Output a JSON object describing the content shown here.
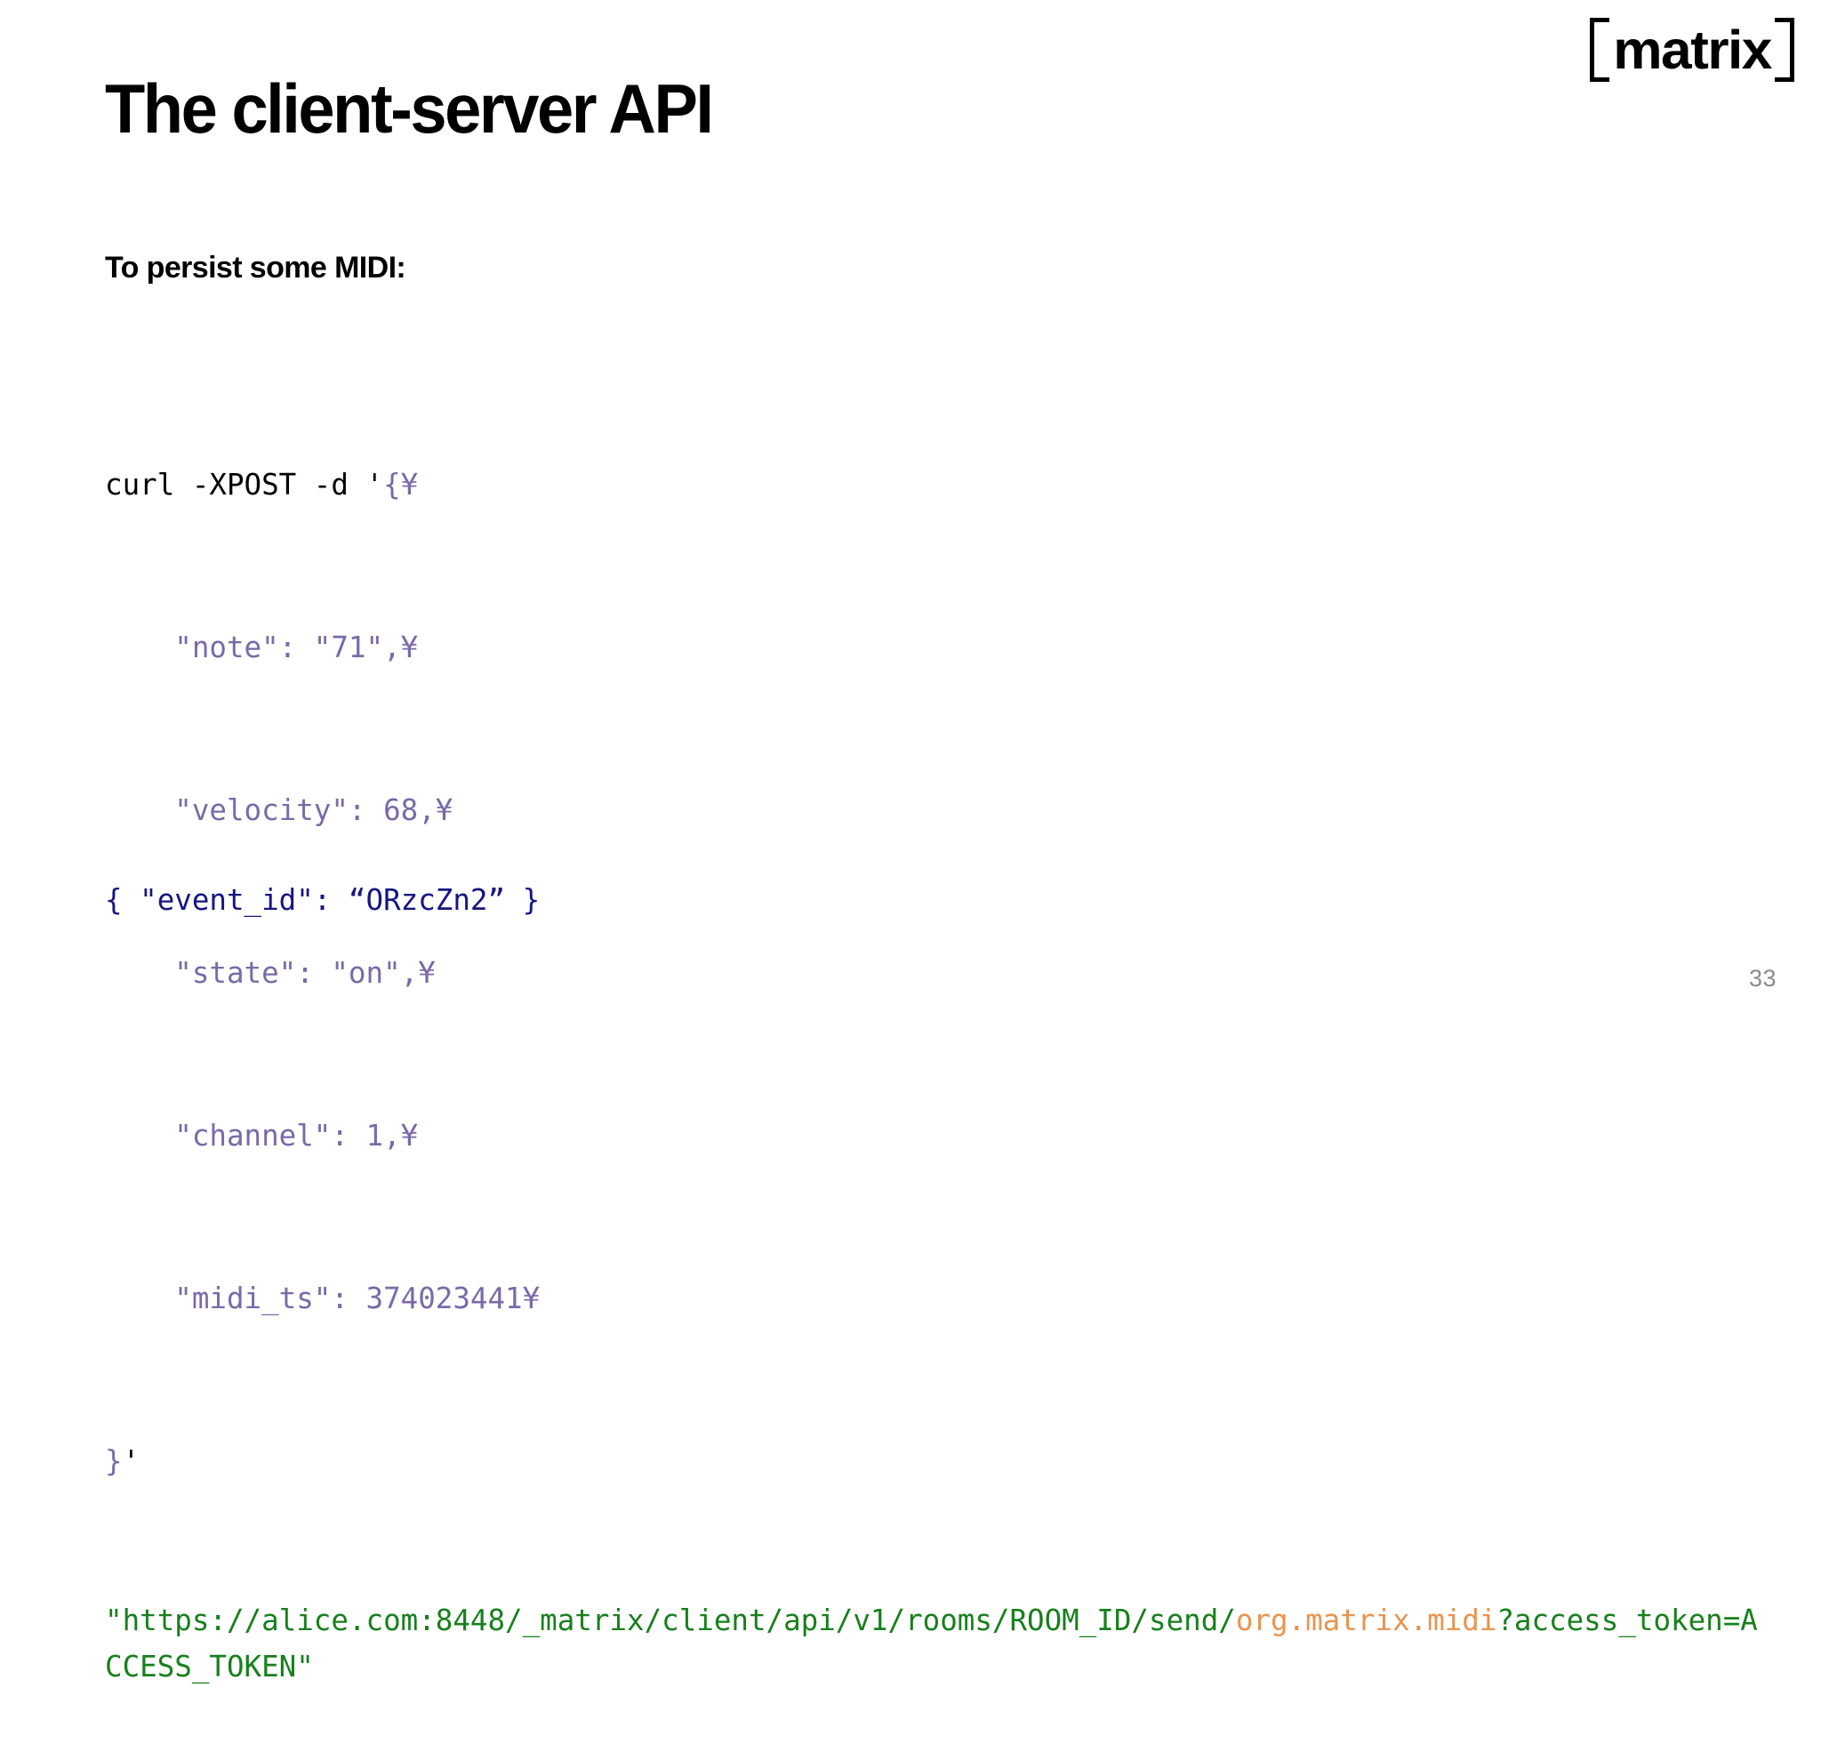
{
  "slide": {
    "title": "The client-server API",
    "subhead": "To persist some MIDI:",
    "page_number": "33"
  },
  "logo": {
    "word": "matrix",
    "bracket_left": "[",
    "bracket_right": "]"
  },
  "colors": {
    "background": "#ffffff",
    "text": "#000000",
    "json_purple": "#7a6aa8",
    "url_green": "#18801c",
    "event_type_orange": "#e8944d",
    "response_navy": "#161682",
    "page_number_gray": "#8a8a8a"
  },
  "code": {
    "line1_cmd": "curl -XPOST -d '",
    "line1_json": "{¥",
    "line2": "    \"note\": \"71\",¥",
    "line3": "    \"velocity\": 68,¥",
    "line4": "    \"state\": \"on\",¥",
    "line5": "    \"channel\": 1,¥",
    "line6": "    \"midi_ts\": 374023441¥",
    "line7_json": "}",
    "line7_cmd": "'",
    "url_part1": "\"https://alice.com:8448/_matrix/client/api/v1/rooms/ROOM_ID/send/",
    "url_event_type": "org.matrix.midi",
    "url_part2": "?access_token=ACCESS_TOKEN\""
  },
  "response": {
    "text": "{ \"event_id\": “ORzcZn2” }"
  }
}
